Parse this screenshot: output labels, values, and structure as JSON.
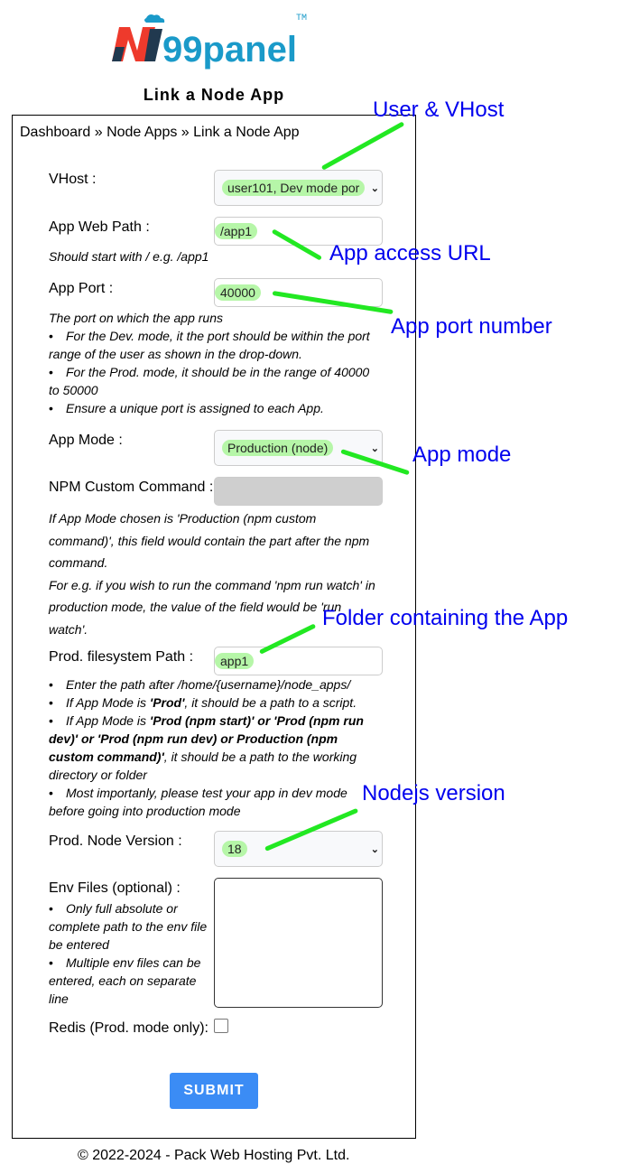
{
  "logo": {
    "text": "99panel",
    "tm": "TM"
  },
  "page_title": "Link a Node App",
  "breadcrumb": "Dashboard » Node Apps » Link a Node App",
  "fields": {
    "vhost": {
      "label": "VHost :",
      "value": "user101, Dev mode por"
    },
    "web_path": {
      "label": "App Web Path :",
      "value": "/app1",
      "help": "Should start with / e.g. /app1"
    },
    "port": {
      "label": "App Port :",
      "value": "40000",
      "help": "The port on which the app runs",
      "bullets": [
        "For the Dev. mode, it the port should be within the port range of the user as shown in the drop-down.",
        "For the Prod. mode, it should be in the range of 40000 to 50000",
        "Ensure a unique port is assigned to each App."
      ]
    },
    "mode": {
      "label": "App Mode :",
      "value": "Production (node)"
    },
    "npm_cmd": {
      "label": "NPM Custom Command :",
      "help1": "If App Mode chosen is 'Production (npm custom command)', this field would contain the part after the npm command.",
      "help2": "For e.g. if you wish to run the command 'npm run watch' in production mode, the value of the field would be 'run watch'."
    },
    "fs_path": {
      "label": "Prod. filesystem Path :",
      "value": "app1",
      "b1": "Enter the path after /home/{username}/node_apps/",
      "b2a": "If App Mode is ",
      "b2b": "'Prod'",
      "b2c": ", it should be a path to a script.",
      "b3a": "If App Mode is ",
      "b3b": "'Prod (npm start)' or 'Prod (npm run dev)' or 'Prod (npm run dev) or Production (npm custom command)'",
      "b3c": ", it should be a path to the working directory or folder",
      "b4": "Most importanly, please test your app in dev mode before going into production mode"
    },
    "node_version": {
      "label": "Prod. Node Version :",
      "value": "18"
    },
    "env": {
      "label": "Env Files (optional) :",
      "bullets": [
        "Only full absolute or complete path to the env file be entered",
        "Multiple env files can be entered, each on separate line"
      ]
    },
    "redis": {
      "label": "Redis (Prod. mode only):"
    }
  },
  "submit": "SUBMIT",
  "footer": "© 2022-2024 - Pack Web Hosting Pvt. Ltd.",
  "annotations": [
    "User & VHost",
    "App access URL",
    "App port number",
    "App mode",
    "Folder containing the App",
    "Nodejs version"
  ]
}
